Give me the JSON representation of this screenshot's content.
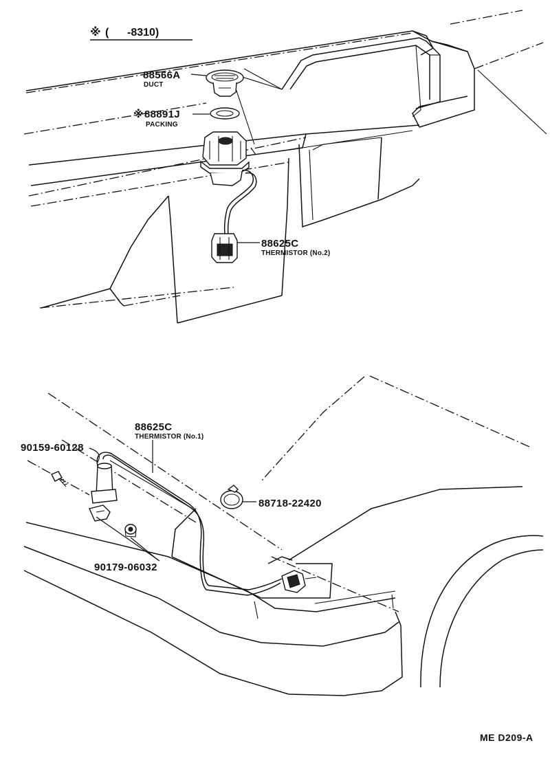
{
  "condition_note": {
    "symbol": "※",
    "text": "(      -8310)"
  },
  "parts": {
    "duct": {
      "number": "88566A",
      "name": "DUCT"
    },
    "packing": {
      "marker": "※",
      "number": "88891J",
      "name": "PACKING"
    },
    "thermistor_no2": {
      "number": "88625C",
      "name": "THERMISTOR (No.2)"
    },
    "thermistor_no1": {
      "number": "88625C",
      "name": "THERMISTOR (No.1)"
    },
    "screw": {
      "number": "90159-60128"
    },
    "clamp": {
      "number": "88718-22420"
    },
    "grommet": {
      "number": "90179-06032"
    }
  },
  "reference_code": "ME D209-A"
}
